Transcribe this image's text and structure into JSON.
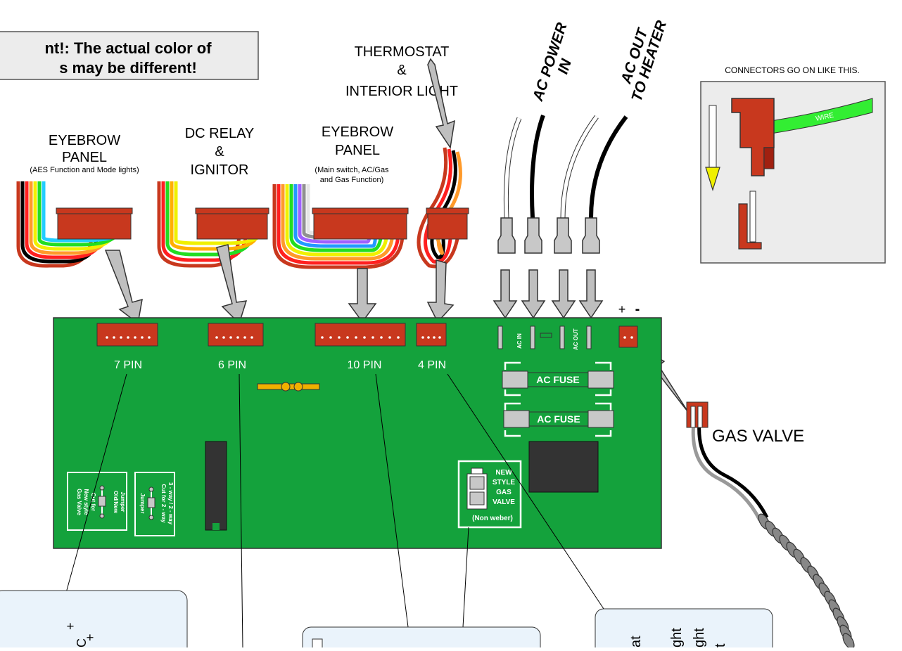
{
  "notice": {
    "line1": "nt!: The actual color of",
    "line2": "s may be different!"
  },
  "wire_groups": {
    "eyebrow_left": {
      "title1": "EYEBROW",
      "title2": "PANEL",
      "sub": "(AES Function and Mode lights)"
    },
    "dc_relay": {
      "title1": "DC RELAY",
      "title2": "&",
      "title3": "IGNITOR"
    },
    "eyebrow_mid": {
      "title1": "EYEBROW",
      "title2": "PANEL",
      "sub1": "(Main switch, AC/Gas",
      "sub2": "and Gas Function)"
    },
    "thermostat": {
      "title1": "THERMOSTAT",
      "title2": "&",
      "title3": "INTERIOR LIGHT"
    },
    "ac_power_in": {
      "line1": "AC POWER",
      "line2": "IN"
    },
    "ac_out": {
      "line1": "AC OUT",
      "line2": "TO HEATER"
    }
  },
  "connector_guide": {
    "caption": "CONNECTORS GO ON LIKE THIS.",
    "wire_label": "WIRE"
  },
  "board": {
    "pin_labels": [
      "7 PIN",
      "6 PIN",
      "10 PIN",
      "4 PIN"
    ],
    "ac_in_label": "AC IN",
    "ac_out_label": "AC OUT",
    "fuse_label_1": "AC FUSE",
    "fuse_label_2": "AC FUSE",
    "polarity_plus": "+",
    "polarity_minus": "-",
    "jumper1": [
      "Jumper",
      "Old/New",
      "Cut for",
      "New style",
      "Gas Valve"
    ],
    "jumper2": [
      "3 - way / 2 - way",
      "Cut for 2 - way",
      "Jumper"
    ],
    "new_style_valve": [
      "NEW",
      "STYLE",
      "GAS",
      "VALVE",
      "(Non weber)"
    ]
  },
  "gas_valve": {
    "label": "GAS VALVE"
  },
  "bottom_fragments": {
    "left_plus1": "+",
    "left_c": "C",
    "left_plus2": "+",
    "right_at": "at",
    "right_ght1": "ght",
    "right_ght2": "ght",
    "right_t": "t"
  },
  "colors": {
    "board_green": "#14a23c",
    "connector_red": "#c8381e",
    "note_gray": "#ececec",
    "callout_blue": "#eaf3fb"
  }
}
